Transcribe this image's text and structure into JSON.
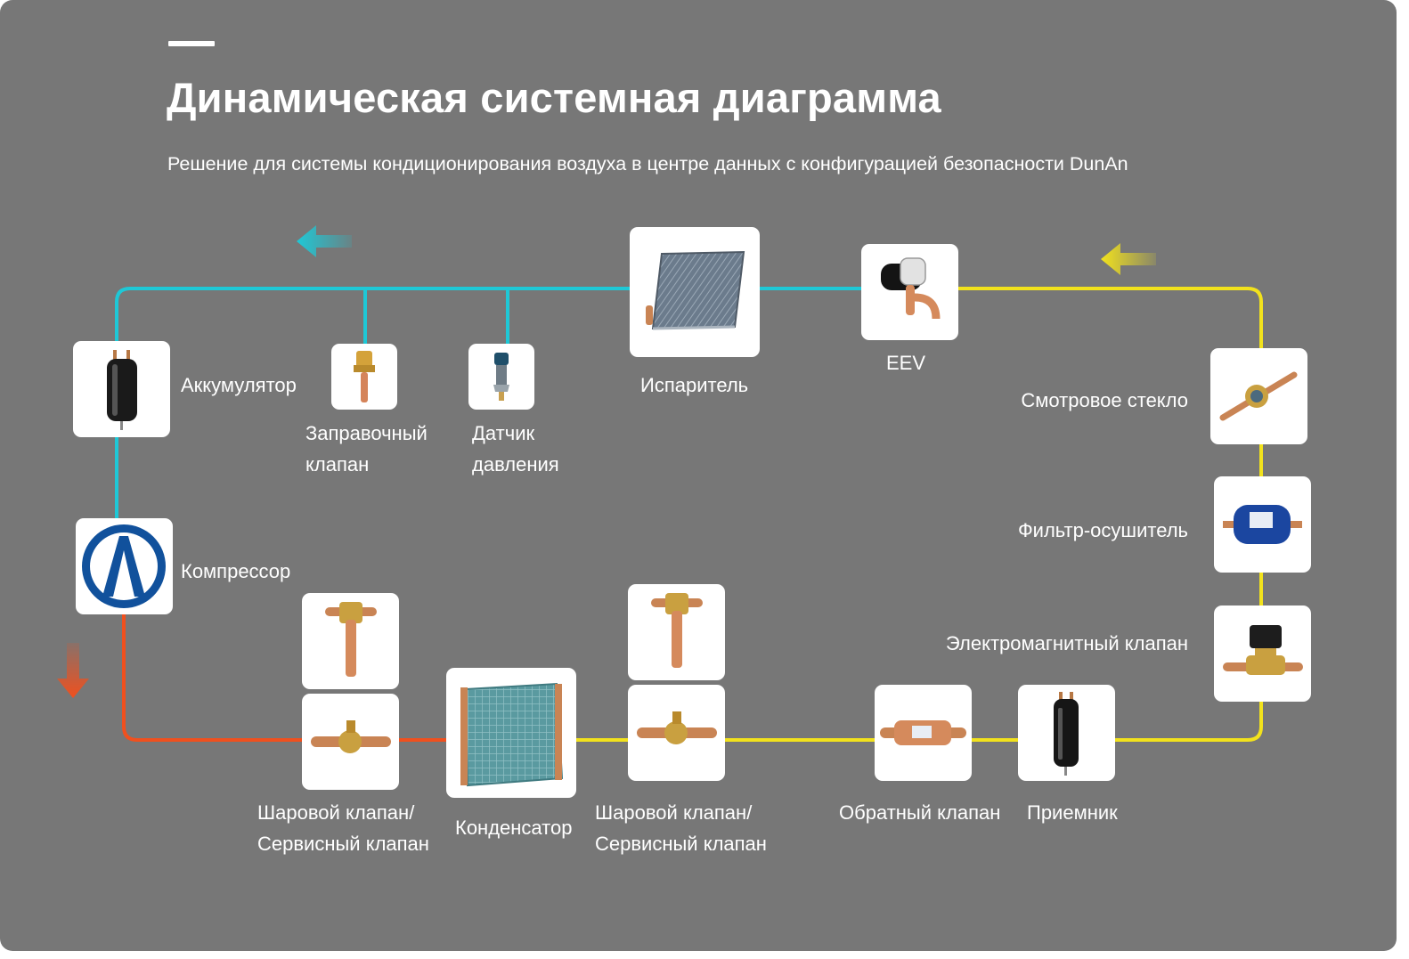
{
  "header": {
    "title": "Динамическая системная диаграмма",
    "subtitle": "Решение для системы кондиционирования воздуха в центре данных с конфигурацией безопасности DunAn"
  },
  "colors": {
    "background": "#777777",
    "suction_line": "#1ec8d6",
    "discharge_line": "#f0501e",
    "liquid_line": "#f2e21c",
    "text": "#ffffff",
    "compressor_logo": "#11519c"
  },
  "components": {
    "accumulator": {
      "label": "Аккумулятор",
      "icon": "accumulator-icon"
    },
    "charging_valve": {
      "label_line1": "Заправочный",
      "label_line2": "клапан",
      "icon": "charging-valve-icon"
    },
    "pressure_sensor": {
      "label_line1": "Датчик",
      "label_line2": "давления",
      "icon": "pressure-sensor-icon"
    },
    "evaporator": {
      "label": "Испаритель",
      "icon": "evaporator-coil-icon"
    },
    "eev": {
      "label": "EEV",
      "icon": "eev-icon"
    },
    "sight_glass": {
      "label": "Смотровое стекло",
      "icon": "sight-glass-icon"
    },
    "filter_drier": {
      "label": "Фильтр-осушитель",
      "icon": "filter-drier-icon"
    },
    "solenoid_valve": {
      "label": "Электромагнитный клапан",
      "icon": "solenoid-valve-icon"
    },
    "compressor": {
      "label": "Компрессор",
      "icon": "compressor-logo-icon"
    },
    "ball_valve_left": {
      "label_line1": "Шаровой клапан/",
      "label_line2": "Сервисный клапан",
      "icon_top": "service-valve-icon",
      "icon_bottom": "ball-valve-icon"
    },
    "condenser": {
      "label": "Конденсатор",
      "icon": "condenser-coil-icon"
    },
    "ball_valve_right": {
      "label_line1": "Шаровой клапан/",
      "label_line2": "Сервисный клапан",
      "icon_top": "service-valve-icon",
      "icon_bottom": "ball-valve-icon"
    },
    "check_valve": {
      "label": "Обратный клапан",
      "icon": "check-valve-icon"
    },
    "receiver": {
      "label": "Приемник",
      "icon": "receiver-icon"
    }
  },
  "flow_arrows": [
    {
      "name": "suction-flow-arrow",
      "direction": "left",
      "color": "#1ec8d6"
    },
    {
      "name": "liquid-flow-arrow",
      "direction": "left",
      "color": "#f2e21c"
    },
    {
      "name": "discharge-flow-arrow",
      "direction": "down",
      "color": "#f0501e"
    }
  ]
}
